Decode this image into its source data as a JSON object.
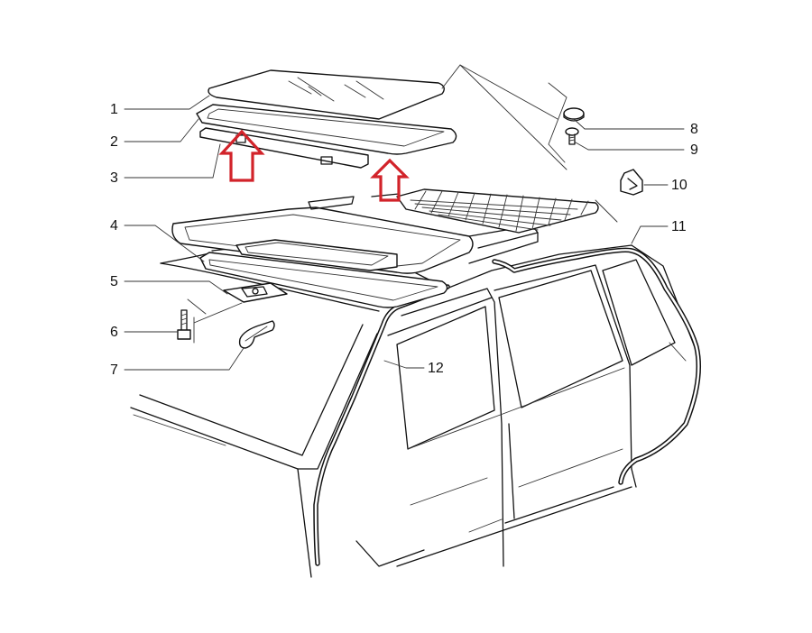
{
  "callouts": [
    {
      "id": "1",
      "label": "1"
    },
    {
      "id": "2",
      "label": "2"
    },
    {
      "id": "3",
      "label": "3"
    },
    {
      "id": "4",
      "label": "4"
    },
    {
      "id": "5",
      "label": "5"
    },
    {
      "id": "6",
      "label": "6"
    },
    {
      "id": "7",
      "label": "7"
    },
    {
      "id": "8",
      "label": "8"
    },
    {
      "id": "9",
      "label": "9"
    },
    {
      "id": "10",
      "label": "10"
    },
    {
      "id": "11",
      "label": "11"
    },
    {
      "id": "12",
      "label": "12"
    }
  ],
  "colors": {
    "line": "#111111",
    "highlight_arrow": "#d2232a",
    "background": "#ffffff"
  }
}
